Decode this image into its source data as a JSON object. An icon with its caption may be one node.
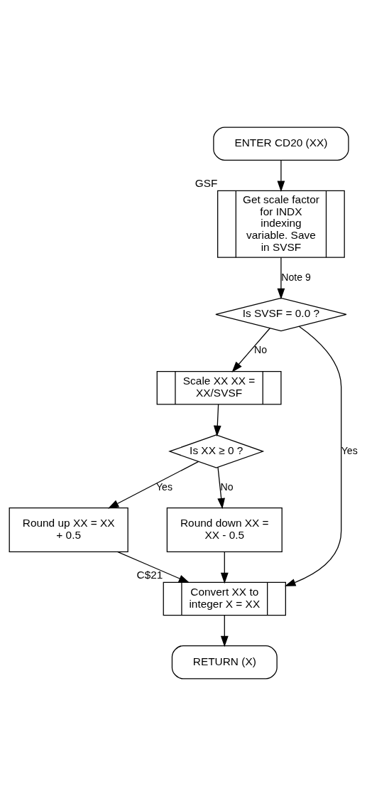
{
  "diagram": {
    "nodes": [
      {
        "text": [
          "ENTER CD20 (XX)"
        ]
      },
      {
        "text": [
          "Get scale factor for INDX indexing variable. Save in SVSF"
        ],
        "beside": [
          "GSF"
        ]
      },
      {
        "text": [
          "Is SVSF = 0.0 ?"
        ]
      },
      {
        "text": [
          "Scale XX XX = XX/SVSF"
        ]
      },
      {
        "text": [
          "Is XX ≥ 0 ?"
        ]
      },
      {
        "text": [
          "Round up XX = XX + 0.5"
        ]
      },
      {
        "text": [
          "Round down XX = XX - 0.5"
        ]
      },
      {
        "text": [
          "Convert XX to integer X = XX"
        ],
        "beside": [
          "C$21"
        ]
      },
      {
        "text": [
          "RETURN (X)"
        ]
      }
    ],
    "edges": [
      {
        "from": 0,
        "to": 1,
        "arrow": "to"
      },
      {
        "from": 1,
        "to": 2,
        "arrow": "to",
        "label": "Note 9"
      },
      {
        "from": 2,
        "to": 3,
        "arrow": "to",
        "label": "No"
      },
      {
        "from": 2,
        "to": 7,
        "arrow": "to",
        "label": "Yes"
      },
      {
        "from": 3,
        "to": 4,
        "arrow": "to"
      },
      {
        "from": 4,
        "to": 5,
        "arrow": "to",
        "label": "Yes"
      },
      {
        "from": 4,
        "to": 6,
        "arrow": "to",
        "label": "No"
      },
      {
        "from": 5,
        "to": 7,
        "arrow": "to"
      },
      {
        "from": 6,
        "to": 7,
        "arrow": "to"
      },
      {
        "from": 7,
        "to": 8,
        "arrow": "to"
      }
    ]
  }
}
